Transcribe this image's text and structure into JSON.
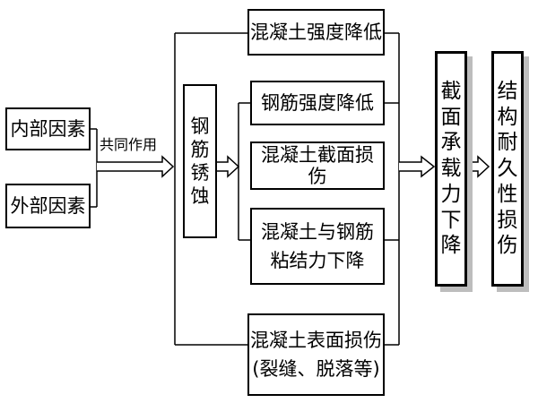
{
  "factors": {
    "internal": "内部因素",
    "external": "外部因素",
    "combined_label": "共同作用"
  },
  "corrosion": "钢筋锈蚀",
  "effects": {
    "concrete_strength_reduction": "混凝土强度降低",
    "rebar_strength_reduction": "钢筋强度降低",
    "concrete_section_damage": "混凝土截面损伤",
    "bond_loss_line1": "混凝土与钢筋",
    "bond_loss_line2": "粘结力下降",
    "surface_damage_line1": "混凝土表面损伤",
    "surface_damage_line2": "(裂缝、脱落等)"
  },
  "capacity_decrease": "截面承载力下降",
  "durability_damage": "结构耐久性损伤"
}
